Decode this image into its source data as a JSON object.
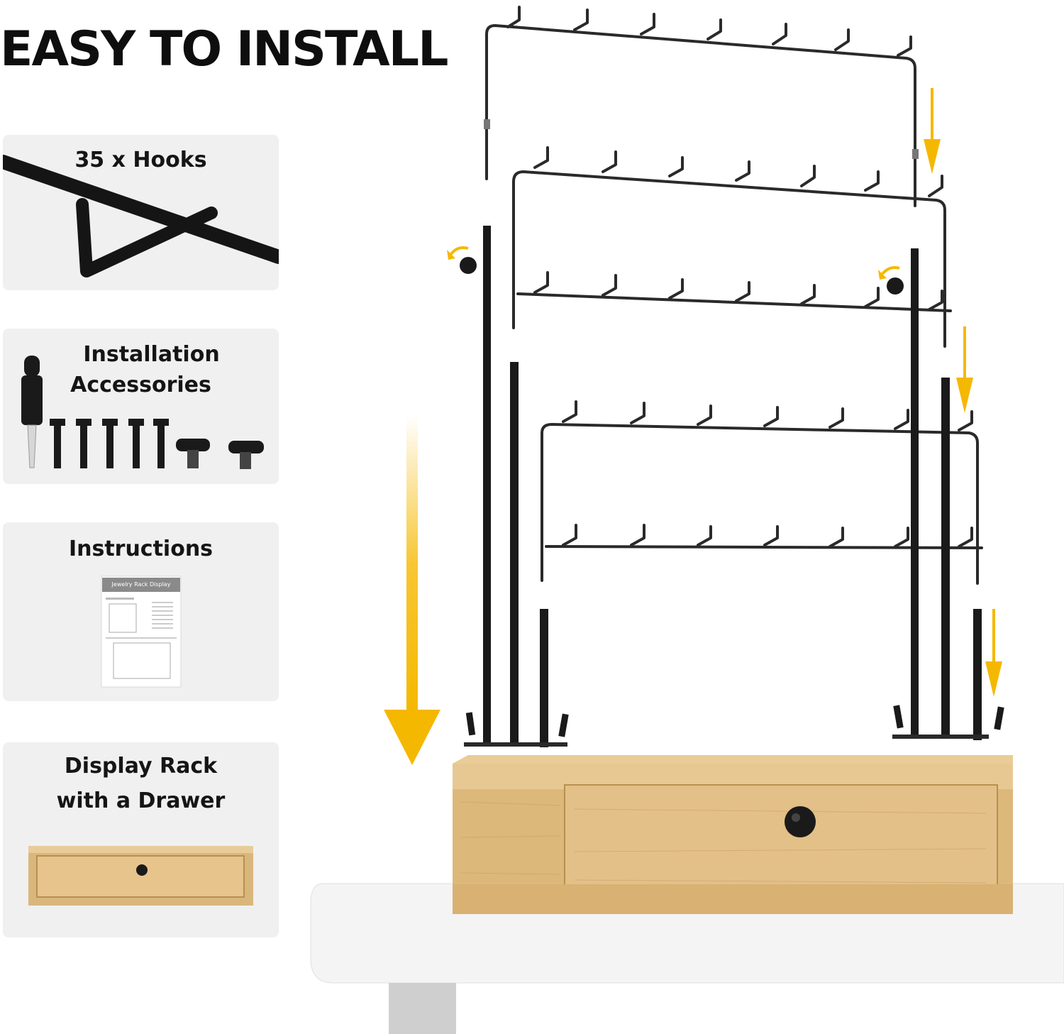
{
  "headline": "EASY TO INSTALL",
  "cards": {
    "hooks": {
      "title": "35 x Hooks"
    },
    "accessories": {
      "title_line1": "Installation",
      "title_line2": "Accessories"
    },
    "instructions": {
      "title": "Instructions",
      "doc_heading": "Jewelry Rack Display"
    },
    "drawer": {
      "title_line1": "Display Rack",
      "title_line2": "with a Drawer"
    }
  },
  "colors": {
    "card_bg": "#f0f0f0",
    "metal": "#1a1a1a",
    "arrow": "#f5b800",
    "wood": "#e2bf86",
    "table": "#f4f4f4"
  },
  "icons": [
    "hook-icon",
    "screwdriver-icon",
    "screw-icon",
    "knob-icon",
    "instruction-sheet-icon",
    "drawer-icon",
    "arrow-down-icon",
    "rotate-arrow-icon"
  ]
}
